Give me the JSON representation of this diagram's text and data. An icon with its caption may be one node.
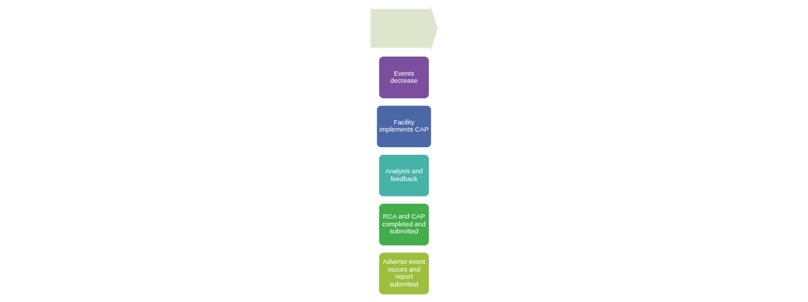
{
  "diagram": {
    "nodes": [
      {
        "text": [
          "Adverse event occurs and report submitted"
        ]
      },
      {
        "text": [
          "RCA and CAP completed and submitted"
        ]
      },
      {
        "text": [
          "Analysis and feedback"
        ]
      },
      {
        "text": [
          "Facility implements CAP"
        ]
      },
      {
        "text": [
          "Events decrease"
        ]
      },
      {
        "text": [],
        "shape": "arrow"
      }
    ]
  }
}
